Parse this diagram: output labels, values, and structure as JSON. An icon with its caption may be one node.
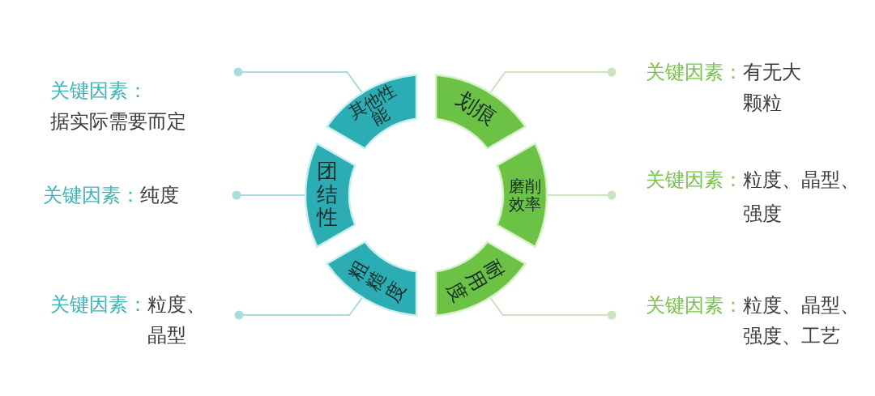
{
  "diagram": {
    "nodes": [
      {
        "text": [
          "关键因素：",
          "据实际需要而定"
        ]
      },
      {
        "text": [
          "其他性能"
        ]
      },
      {
        "text": [
          "划痕"
        ]
      },
      {
        "text": [
          "关键因素：",
          "有无大颗粒"
        ]
      },
      {
        "text": [
          "关键因素：",
          "纯度"
        ]
      },
      {
        "text": [
          "团结性"
        ]
      },
      {
        "text": [
          "磨削效率"
        ]
      },
      {
        "text": [
          "关键因素：",
          "粒度、晶型、强度"
        ]
      },
      {
        "text": [
          "关键因素：",
          "粒度、晶型"
        ]
      },
      {
        "text": [
          "粗糙度"
        ]
      },
      {
        "text": [
          "耐用度"
        ]
      },
      {
        "text": [
          "关键因素：",
          "粒度、晶型、强度、工艺"
        ]
      }
    ],
    "edges": [
      {
        "from": 0,
        "to": 1,
        "arrow": "other"
      },
      {
        "from": 3,
        "to": 2,
        "arrow": "other",
        "color": "#cde3c0"
      },
      {
        "from": 4,
        "to": 5,
        "arrow": "other"
      },
      {
        "from": 7,
        "to": 6,
        "arrow": "other",
        "color": "#cde3c0"
      },
      {
        "from": 8,
        "to": 9,
        "arrow": "other"
      },
      {
        "from": 11,
        "to": 10,
        "arrow": "other",
        "color": "#cde3c0"
      }
    ]
  }
}
